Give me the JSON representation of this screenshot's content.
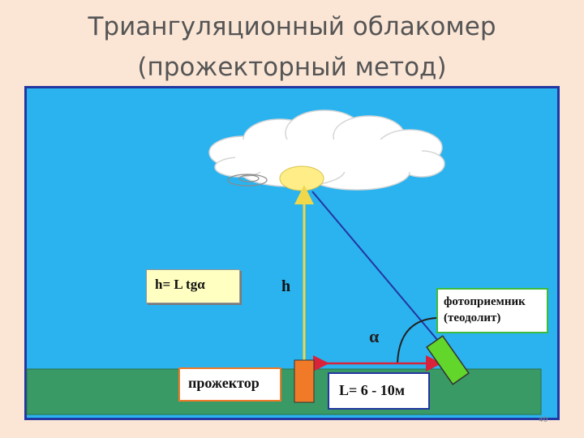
{
  "title": {
    "line1": "Триангуляционный облакомер",
    "line2": "(прожекторный метод)"
  },
  "labels": {
    "formula": "h= L tgα",
    "height": "h",
    "angle": "α",
    "projector": "прожектор",
    "distance": "L= 6 - 10м",
    "receiver_line1": "фотоприемник",
    "receiver_line2": "(теодолит)"
  },
  "slide_number": "40",
  "colors": {
    "sky": "#2ab3ef",
    "ground": "#3a9a66",
    "cloud": "#ffffff",
    "spot": "#ffee88",
    "beam": "#f0d84a",
    "sight_line": "#2436a0",
    "projector": "#f07a28",
    "receiver": "#62d62a",
    "arrow": "#d8233a"
  }
}
